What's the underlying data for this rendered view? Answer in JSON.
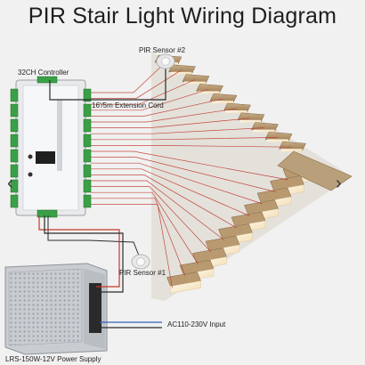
{
  "title": "PIR Stair Light Wiring Diagram",
  "labels": {
    "pir_sensor_2": "PIR Sensor #2",
    "pir_sensor_1": "PIR Sensor #1",
    "controller": "32CH Controller",
    "extension_cord": "16'/5m Extension Cord",
    "ac_input": "AC110-230V Input",
    "power_supply": "LRS-150W-12V Power Supply"
  },
  "nav": {
    "prev": "‹",
    "next": "›"
  },
  "colors": {
    "background": "#f1f1f1",
    "wire_red": "#c0392b",
    "wire_black": "#2b2b2b",
    "wire_blue": "#2e5fb8",
    "terminal_green": "#3aa046",
    "stair_wood": "#b08e62",
    "led_glow": "#fff0c8"
  }
}
